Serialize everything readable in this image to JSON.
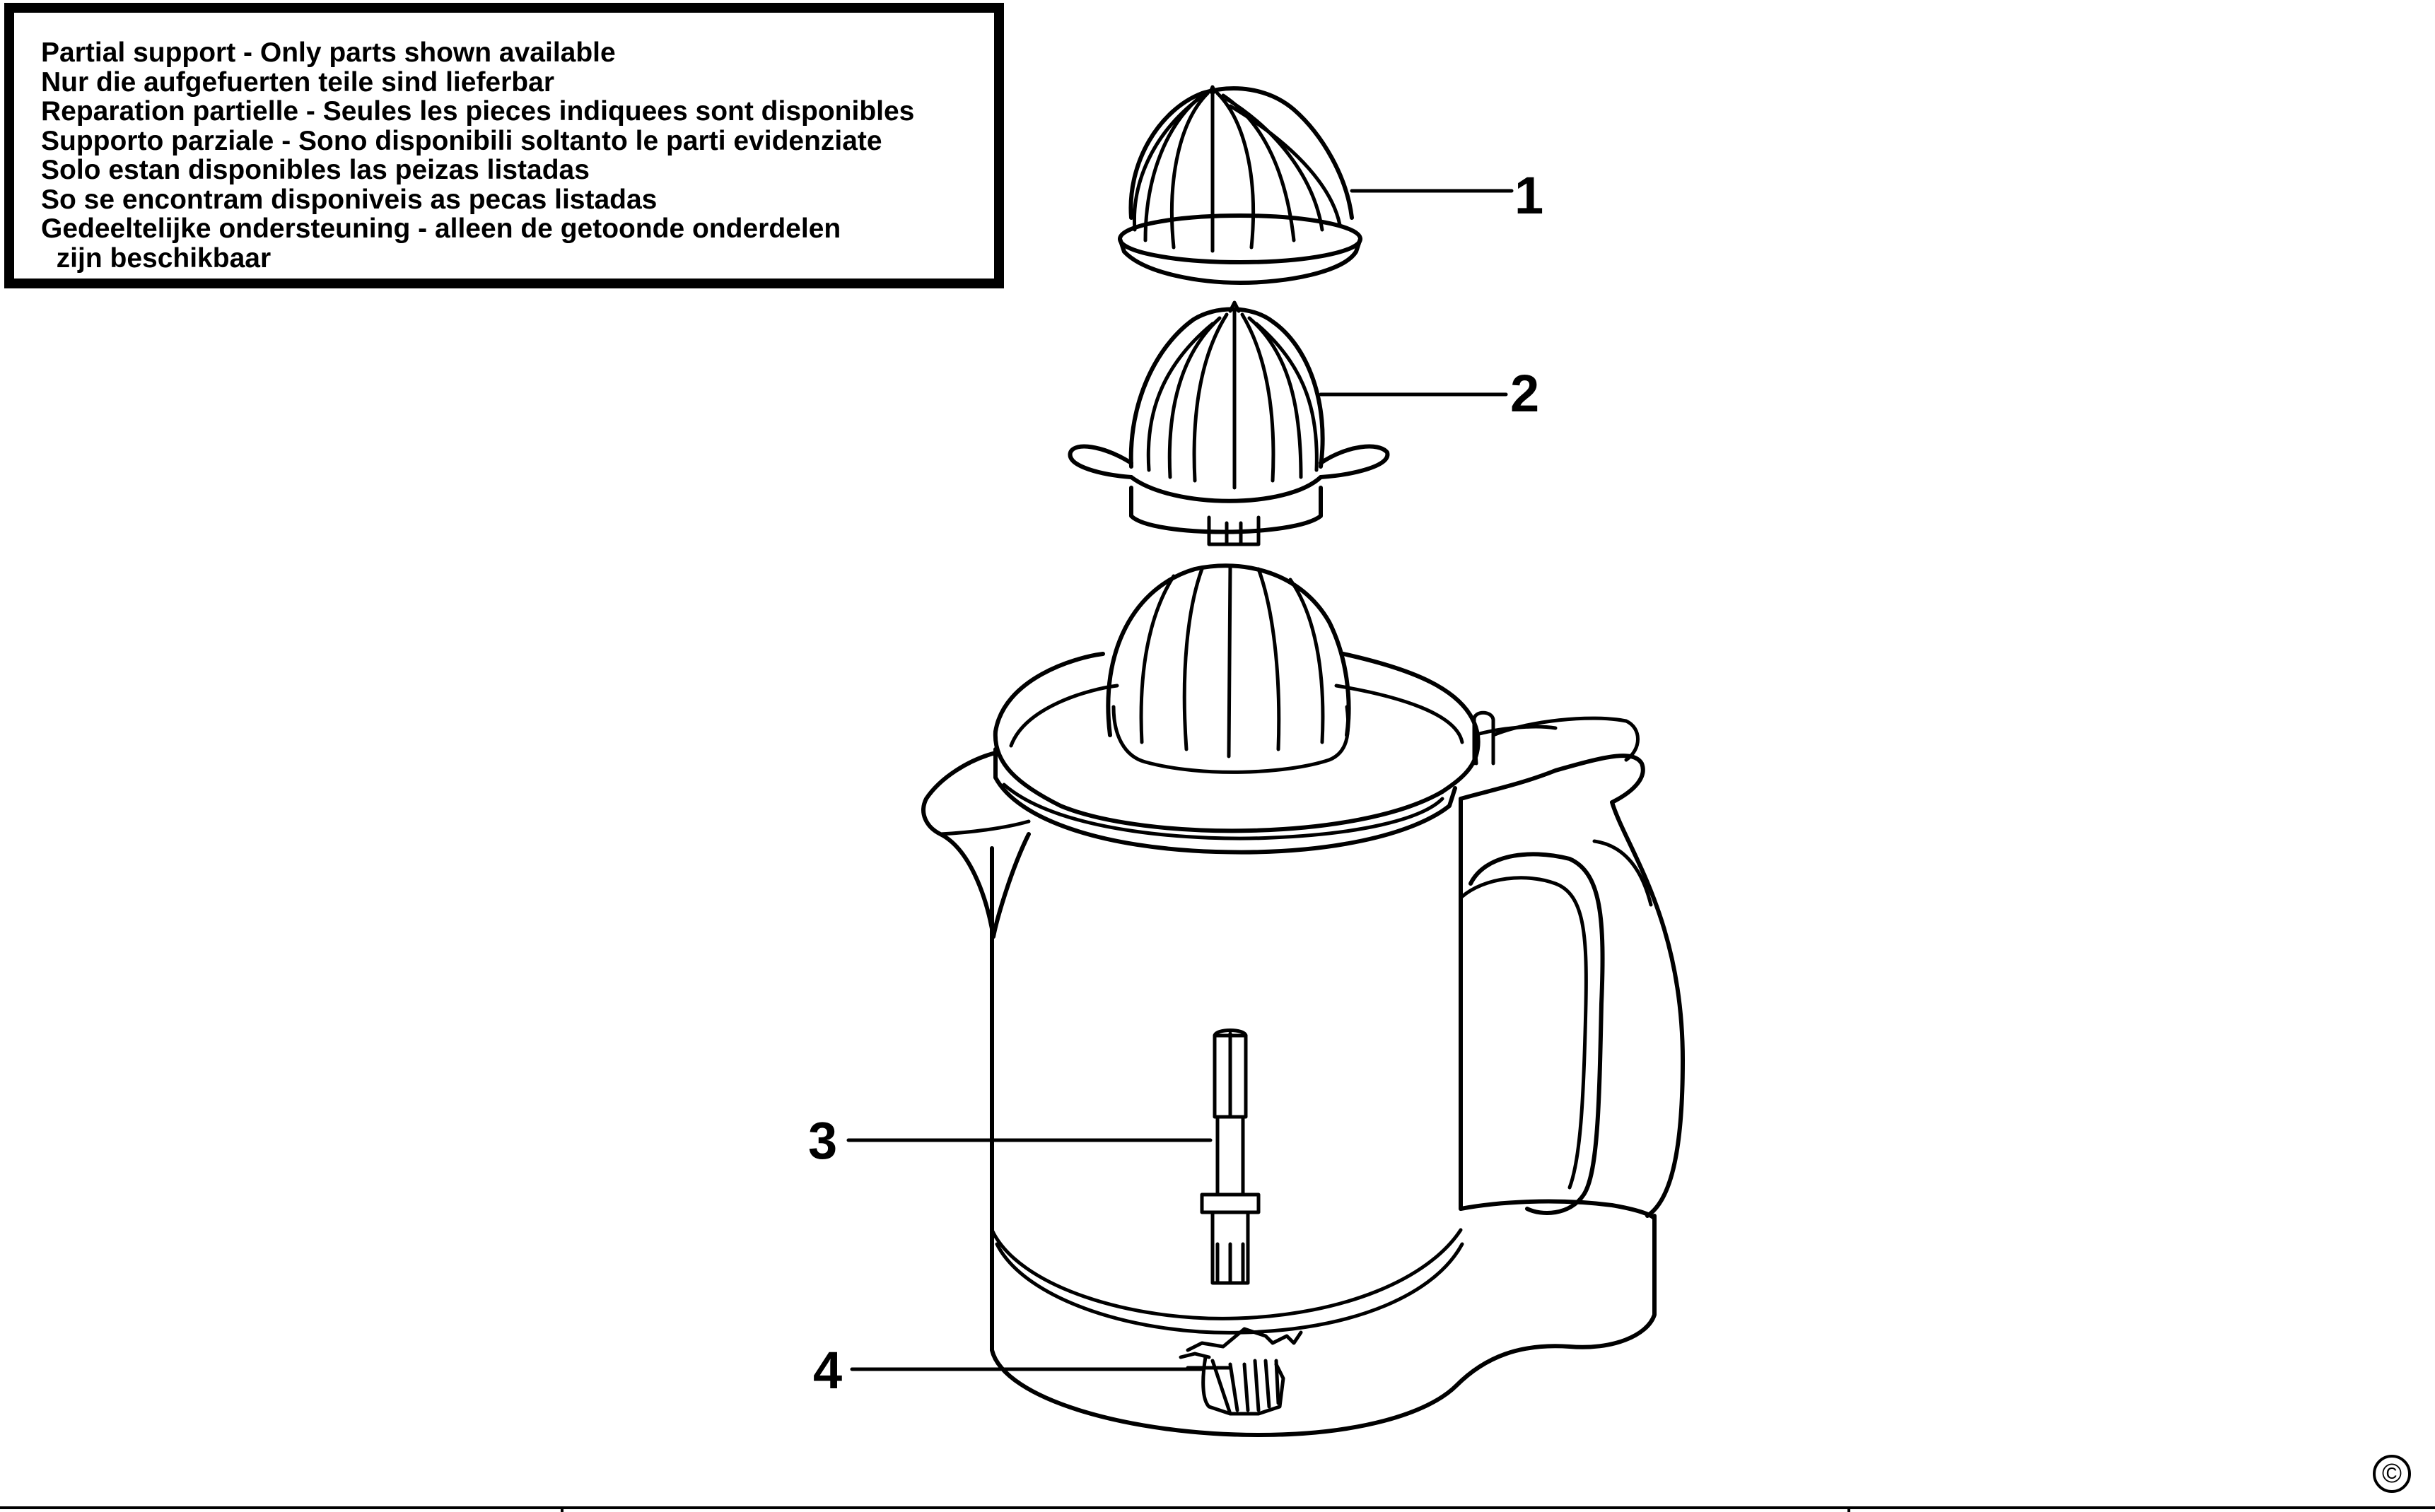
{
  "notice": {
    "lines": [
      "Partial support - Only parts shown available",
      "Nur die aufgefuerten teile sind lieferbar",
      "Reparation partielle - Seules les pieces indiquees sont disponibles",
      "Supporto parziale - Sono disponibili soltanto le parti evidenziate",
      "Solo estan disponibles las peizas listadas",
      "So se encontram disponiveis as pecas listadas",
      "Gedeeltelijke ondersteuning - alleen de getoonde onderdelen",
      "  zijn beschikbaar"
    ]
  },
  "callouts": {
    "part1": "1",
    "part2": "2",
    "part3": "3",
    "part4": "4"
  },
  "copyright_symbol": "©",
  "colors": {
    "ink": "#000000",
    "paper": "#ffffff"
  },
  "icons": [
    "copyright-icon"
  ]
}
